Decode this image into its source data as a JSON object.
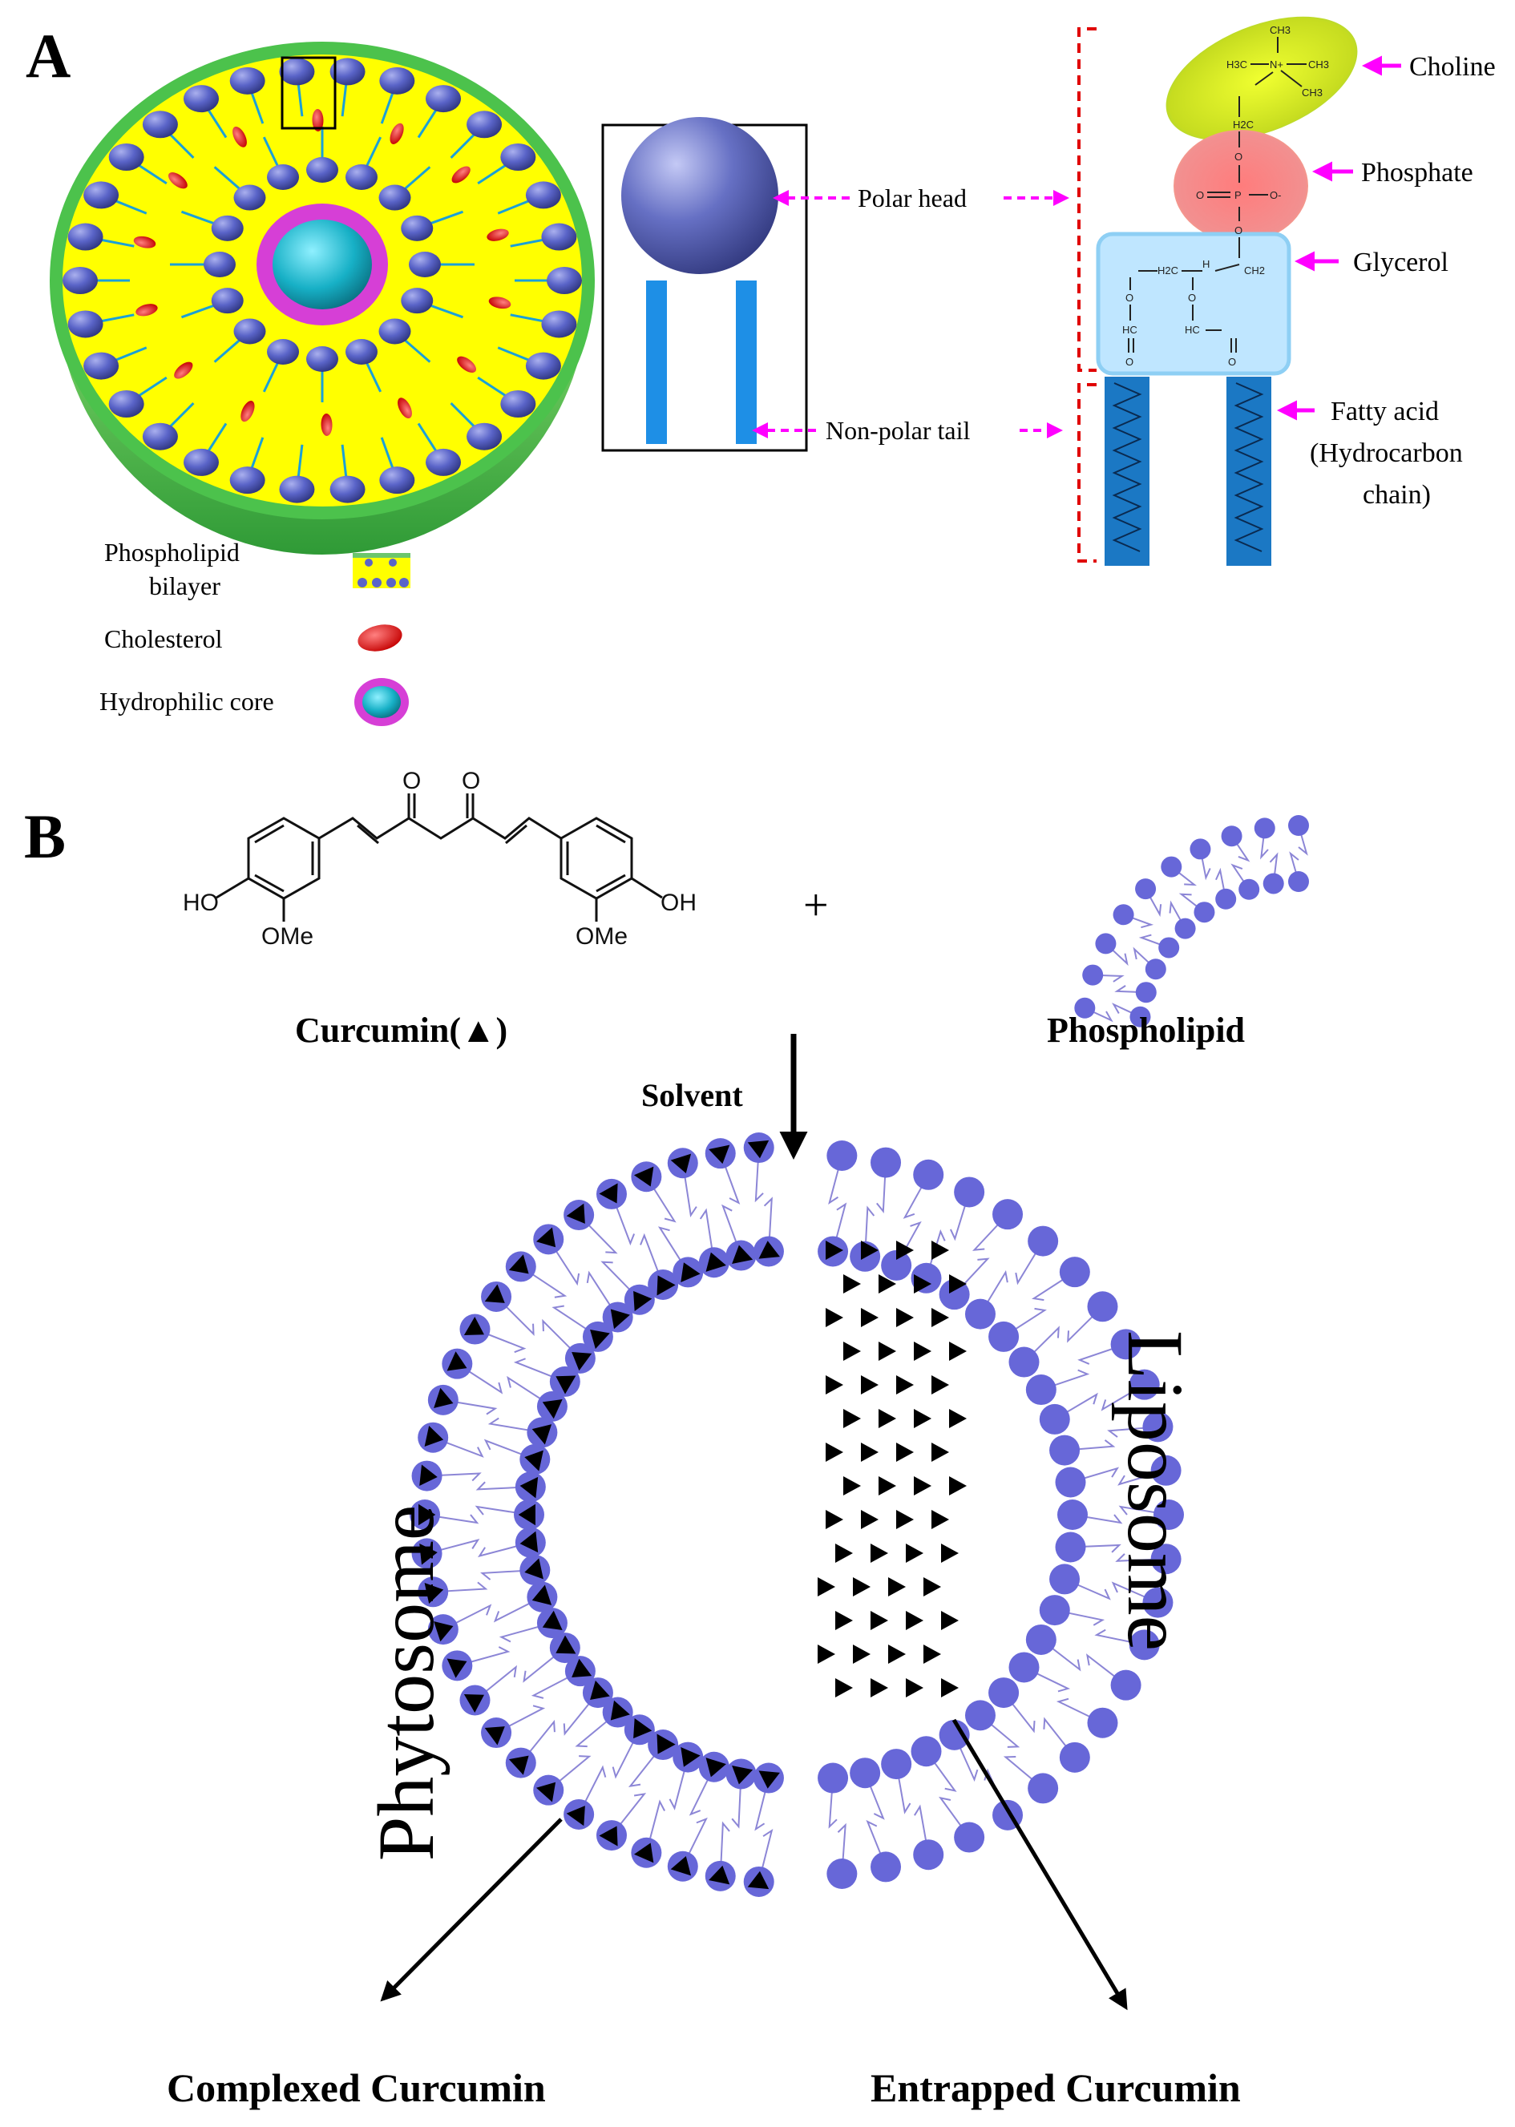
{
  "panel_a": {
    "letter": "A",
    "legend": [
      {
        "line1": "Phospholipid",
        "line2": "bilayer",
        "icon": "bilayer-swatch-icon"
      },
      {
        "line1": "Cholesterol",
        "line2": "",
        "icon": "cholesterol-icon"
      },
      {
        "line1": "Hydrophilic core",
        "line2": "",
        "icon": "hydrophilic-core-icon"
      }
    ],
    "schematic": {
      "polar_head": "Polar head",
      "non_polar_tail": "Non-polar tail"
    },
    "structure": {
      "choline": "Choline",
      "phosphate": "Phosphate",
      "glycerol": "Glycerol",
      "fatty_acid_l1": "Fatty acid",
      "fatty_acid_l2": "(Hydrocarbon",
      "fatty_acid_l3": "chain)",
      "atoms": {
        "ch3_top": "CH3",
        "ch3_left": "H3C",
        "n_plus": "N+",
        "ch3_right": "CH3",
        "h2c_upper": "H2C",
        "p": "P",
        "o_minus": "O-",
        "o_dbl": "O",
        "o_upper": "O",
        "o_lower": "O",
        "ch2_right": "CH2",
        "h2c_glyc": "H2C",
        "ch": "H",
        "hc_left": "HC",
        "hc_right": "HC",
        "o_left": "O",
        "o_mid": "O",
        "o_carb_l": "O",
        "o_carb_r": "O"
      }
    },
    "colors": {
      "head_blue": "#5a64c8",
      "lipid_yellow": "#ffff00",
      "green_shell": "#4cc24c",
      "cholesterol_red": "#e01818",
      "core_cyan": "#23b6c9",
      "core_ring_magenta": "#d63fd6",
      "arrow_magenta": "#ff00ff",
      "tail_blue": "#1e8fe6",
      "bracket_red": "#e00000"
    }
  },
  "panel_b": {
    "letter": "B",
    "curcumin_label": "Curcumin(▲)",
    "phospholipid_label": "Phospholipid",
    "plus": "+",
    "solvent": "Solvent",
    "phytosome": "Phytosome",
    "liposome": "Liposome",
    "complexed": "Complexed Curcumin",
    "entrapped": "Entrapped Curcumin",
    "chem": {
      "ho": "HO",
      "oh": "OH",
      "ome_left": "OMe",
      "ome_right": "OMe",
      "o1": "O",
      "o2": "O"
    },
    "colors": {
      "head": "#6767d8",
      "tail": "#8c86d6"
    }
  }
}
